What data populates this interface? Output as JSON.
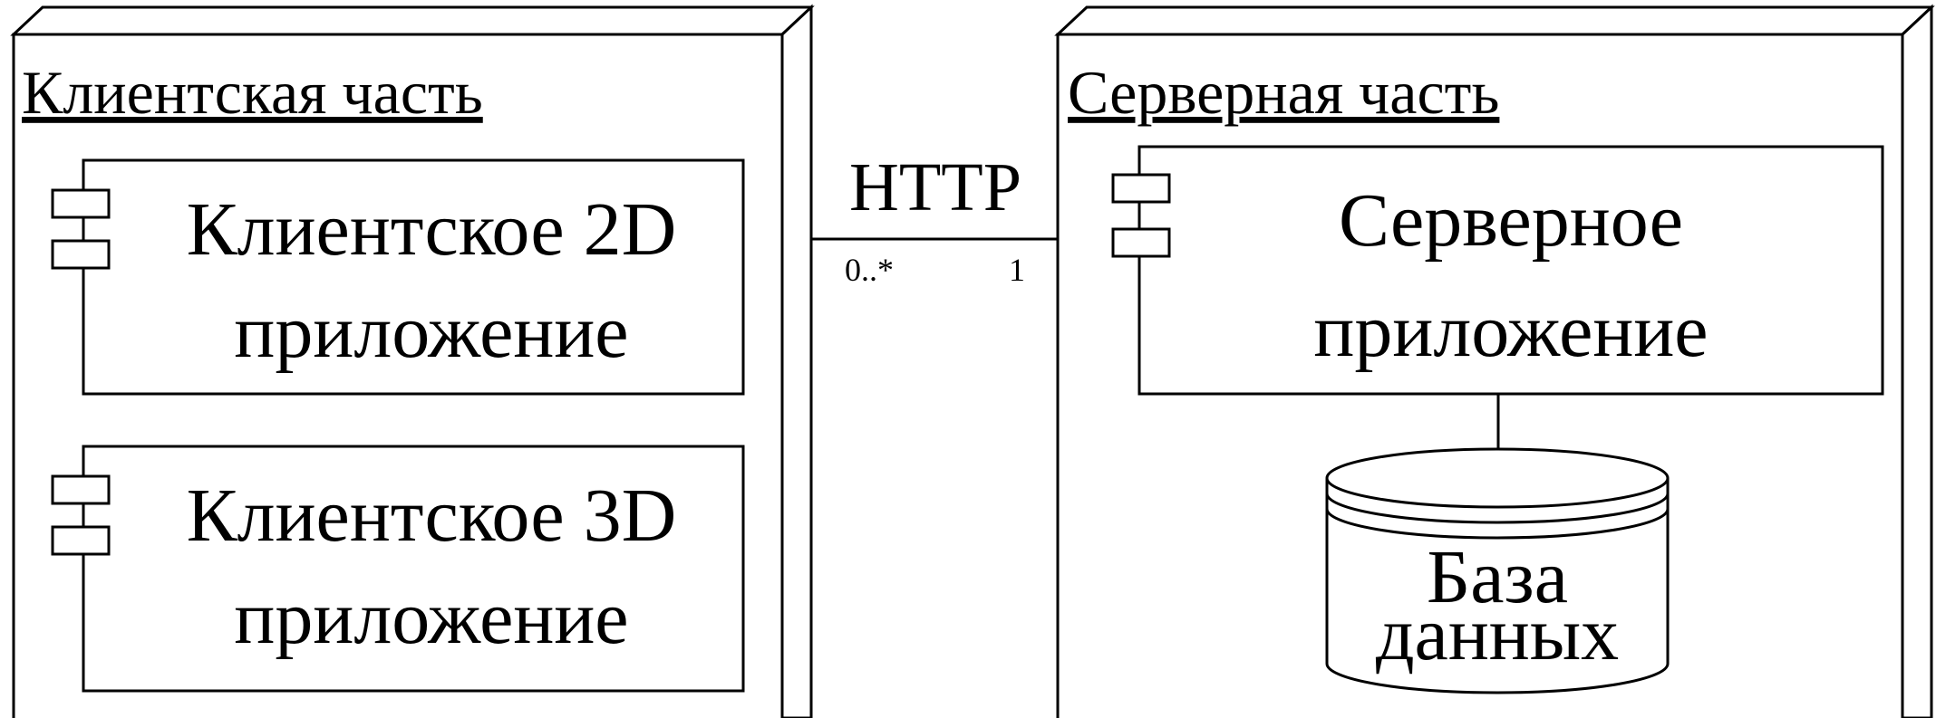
{
  "nodes": {
    "client": {
      "title": "Клиентская часть",
      "components": [
        {
          "line1": "Клиентское 2D",
          "line2": "приложение"
        },
        {
          "line1": "Клиентское 3D",
          "line2": "приложение"
        }
      ]
    },
    "server": {
      "title": "Серверная часть",
      "component": {
        "line1": "Серверное",
        "line2": "приложение"
      },
      "database": {
        "line1": "База",
        "line2": "данных"
      }
    }
  },
  "link": {
    "label": "HTTP",
    "multiplicity_client": "0..*",
    "multiplicity_server": "1"
  }
}
